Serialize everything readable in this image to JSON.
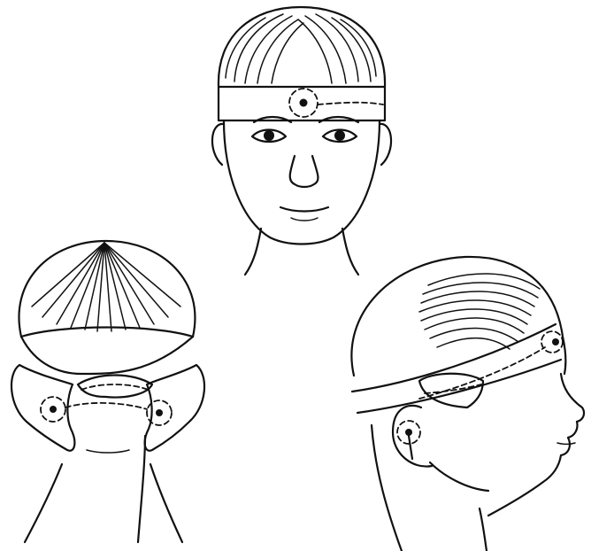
{
  "illustration": {
    "views": [
      {
        "id": "front",
        "name": "front-view"
      },
      {
        "id": "back",
        "name": "back-view"
      },
      {
        "id": "side",
        "name": "side-view"
      }
    ],
    "colors": {
      "ink": "#111111",
      "background": "#ffffff"
    }
  }
}
